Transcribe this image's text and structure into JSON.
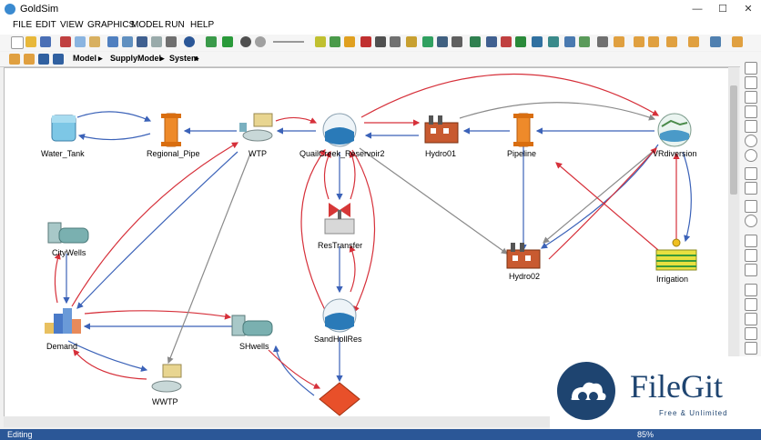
{
  "window": {
    "title": "GoldSim",
    "controls": [
      "—",
      "☐",
      "✕"
    ]
  },
  "menu": [
    "FILE",
    "EDIT",
    "VIEW",
    "GRAPHICS",
    "MODEL",
    "RUN",
    "HELP"
  ],
  "breadcrumb": [
    "Model",
    "SupplyModel",
    "System"
  ],
  "nodes": {
    "water_tank": "Water_Tank",
    "regional_pipe": "Regional_Pipe",
    "wtp": "WTP",
    "quailcreek": "QuailCreek_Reservoir2",
    "hydro01": "Hydro01",
    "pipeline": "Pipeline",
    "vrdiversion": "VRdiversion",
    "citywells": "CityWells",
    "restransfer": "ResTransfer",
    "hydro02": "Hydro02",
    "irrigation": "Irrigation",
    "demand": "Demand",
    "shwells": "SHwells",
    "sandhollres": "SandHollRes",
    "wwtp": "WWTP"
  },
  "status": {
    "mode": "Editing",
    "zoom": "85%"
  },
  "watermark": {
    "brand": "FileGit",
    "tagline": "Free & Unlimited"
  },
  "colors": {
    "flow_blue": "#3b62b8",
    "flow_red": "#d6303a",
    "flow_gray": "#8a8a8a",
    "status_bg": "#2b5797"
  }
}
